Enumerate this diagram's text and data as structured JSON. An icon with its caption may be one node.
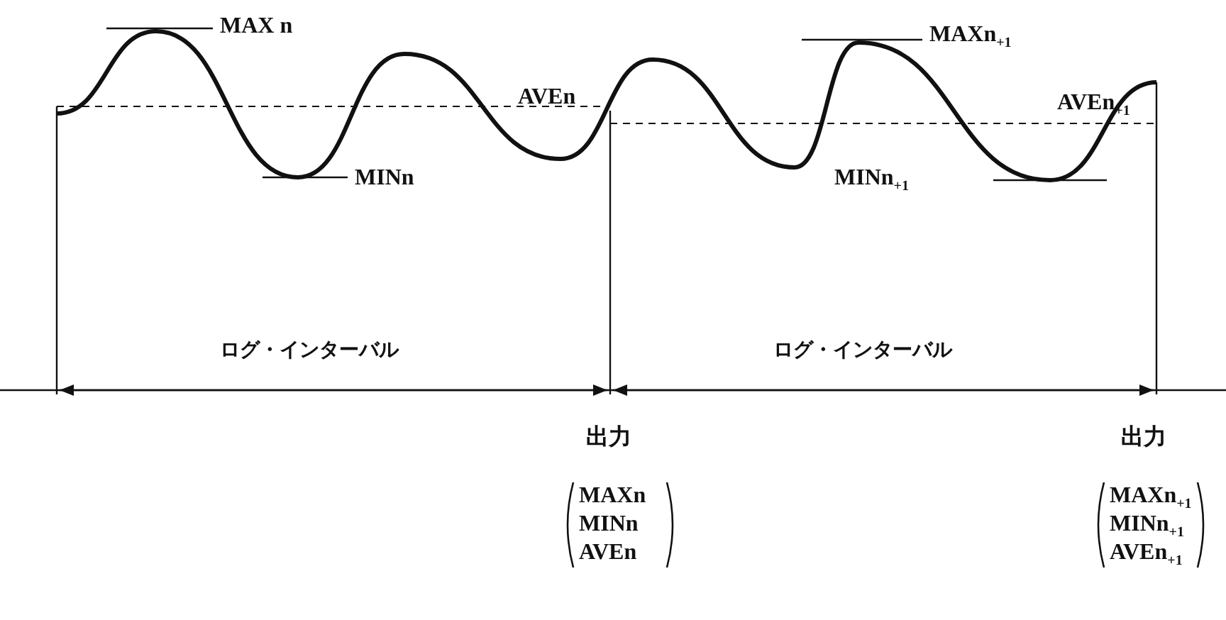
{
  "diagram": {
    "labels": [
      "MAX n",
      "MAXn$_{+1}$",
      "AVEn",
      "AVEn$_{+1}$",
      "MINn",
      "MINn$_{+1}$",
      "ログ・インターバル",
      "ログ・インターバル",
      "出力",
      "出力",
      "MAXn",
      "MINn",
      "AVEn",
      "MAXn$_{+1}$",
      "MINn$_{+1}$",
      "AVEn$_{+1}$"
    ]
  }
}
